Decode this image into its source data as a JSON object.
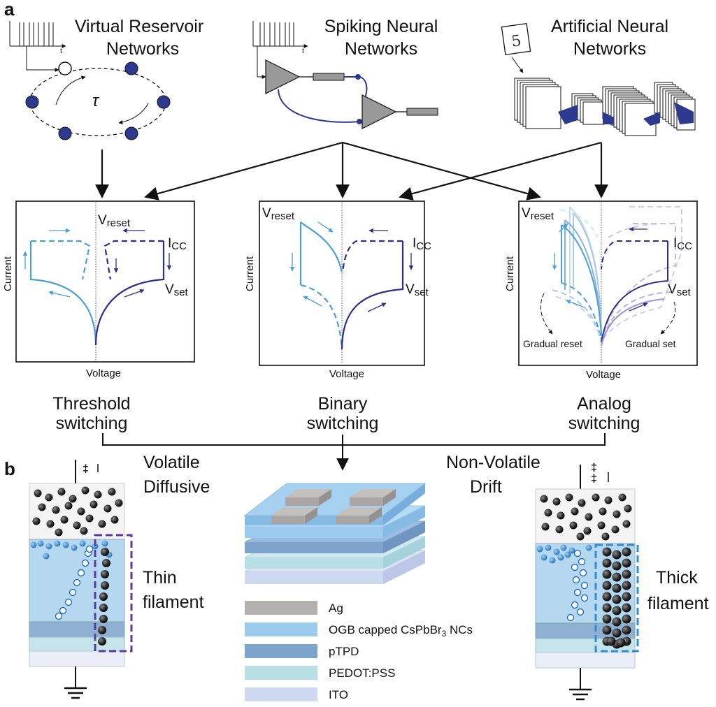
{
  "panel_labels": {
    "a": "a",
    "b": "b"
  },
  "networks": {
    "reservoir": {
      "line1": "Virtual Reservoir",
      "line2": "Networks",
      "tau": "τ",
      "time_axis": "t"
    },
    "spiking": {
      "line1": "Spiking Neural",
      "line2": "Networks",
      "time_axis": "t"
    },
    "artificial": {
      "line1": "Artificial Neural",
      "line2": "Networks",
      "digit": "5"
    }
  },
  "iv_plots": {
    "xlabel": "Voltage",
    "ylabel": "Current",
    "v_reset": "V",
    "reset_sub": "reset",
    "v_set": "V",
    "set_sub": "set",
    "icc": "I",
    "cc_sub": "CC",
    "gradual_reset": "Gradual reset",
    "gradual_set": "Gradual set"
  },
  "switching": {
    "threshold": {
      "line1": "Threshold",
      "line2": "switching"
    },
    "binary": {
      "line1": "Binary",
      "line2": "switching"
    },
    "analog": {
      "line1": "Analog",
      "line2": "switching"
    }
  },
  "mechanism": {
    "volatile": {
      "line1": "Volatile",
      "line2": "Diffusive"
    },
    "nonvolatile": {
      "line1": "Non-Volatile",
      "line2": "Drift"
    },
    "thin": {
      "line1": "Thin",
      "line2": "filament"
    },
    "thick": {
      "line1": "Thick",
      "line2": "filament"
    }
  },
  "legend": [
    {
      "label": "Ag",
      "color": "#b3b0ae"
    },
    {
      "label": "OGB capped CsPbBr",
      "sub": "3",
      "tail": " NCs",
      "color": "#9ccbed"
    },
    {
      "label": "pTPD",
      "color": "#7fa4cc"
    },
    {
      "label": "PEDOT:PSS",
      "color": "#b9dfe6"
    },
    {
      "label": "ITO",
      "color": "#cfd8f1"
    }
  ],
  "colors": {
    "light_blue": "#4a9fd6",
    "dark_blue": "#2b2e8c",
    "node_blue": "#2e3a8f",
    "purple_box": "#5a3aa0",
    "blue_box": "#2f8fd0"
  }
}
